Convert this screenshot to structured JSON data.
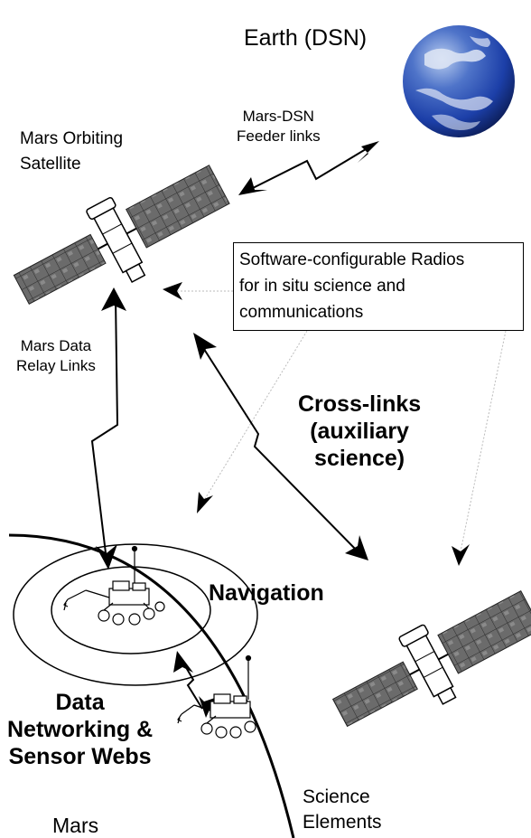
{
  "labels": {
    "earth": "Earth (DSN)",
    "feeder_links": "Mars-DSN\nFeeder links",
    "orbiting_satellite": "Mars Orbiting\nSatellite",
    "radios": "Software-configurable Radios\nfor in situ science and\ncommunications",
    "relay_links": "Mars Data\nRelay Links",
    "cross_links": "Cross-links\n(auxiliary\nscience)",
    "navigation": "Navigation",
    "data_networking": "Data\nNetworking &\nSensor Webs",
    "science_elements": "Science\nElements",
    "mars": "Mars"
  },
  "colors": {
    "earth_ocean": "#1c3fa8",
    "earth_cloud": "#dfe6f5",
    "solar_panel": "#6b6b6b",
    "line": "#000000",
    "dotted": "#bbbbbb"
  },
  "icons": {
    "earth": "globe-icon",
    "satellite": "satellite-icon",
    "rover": "rover-icon"
  }
}
